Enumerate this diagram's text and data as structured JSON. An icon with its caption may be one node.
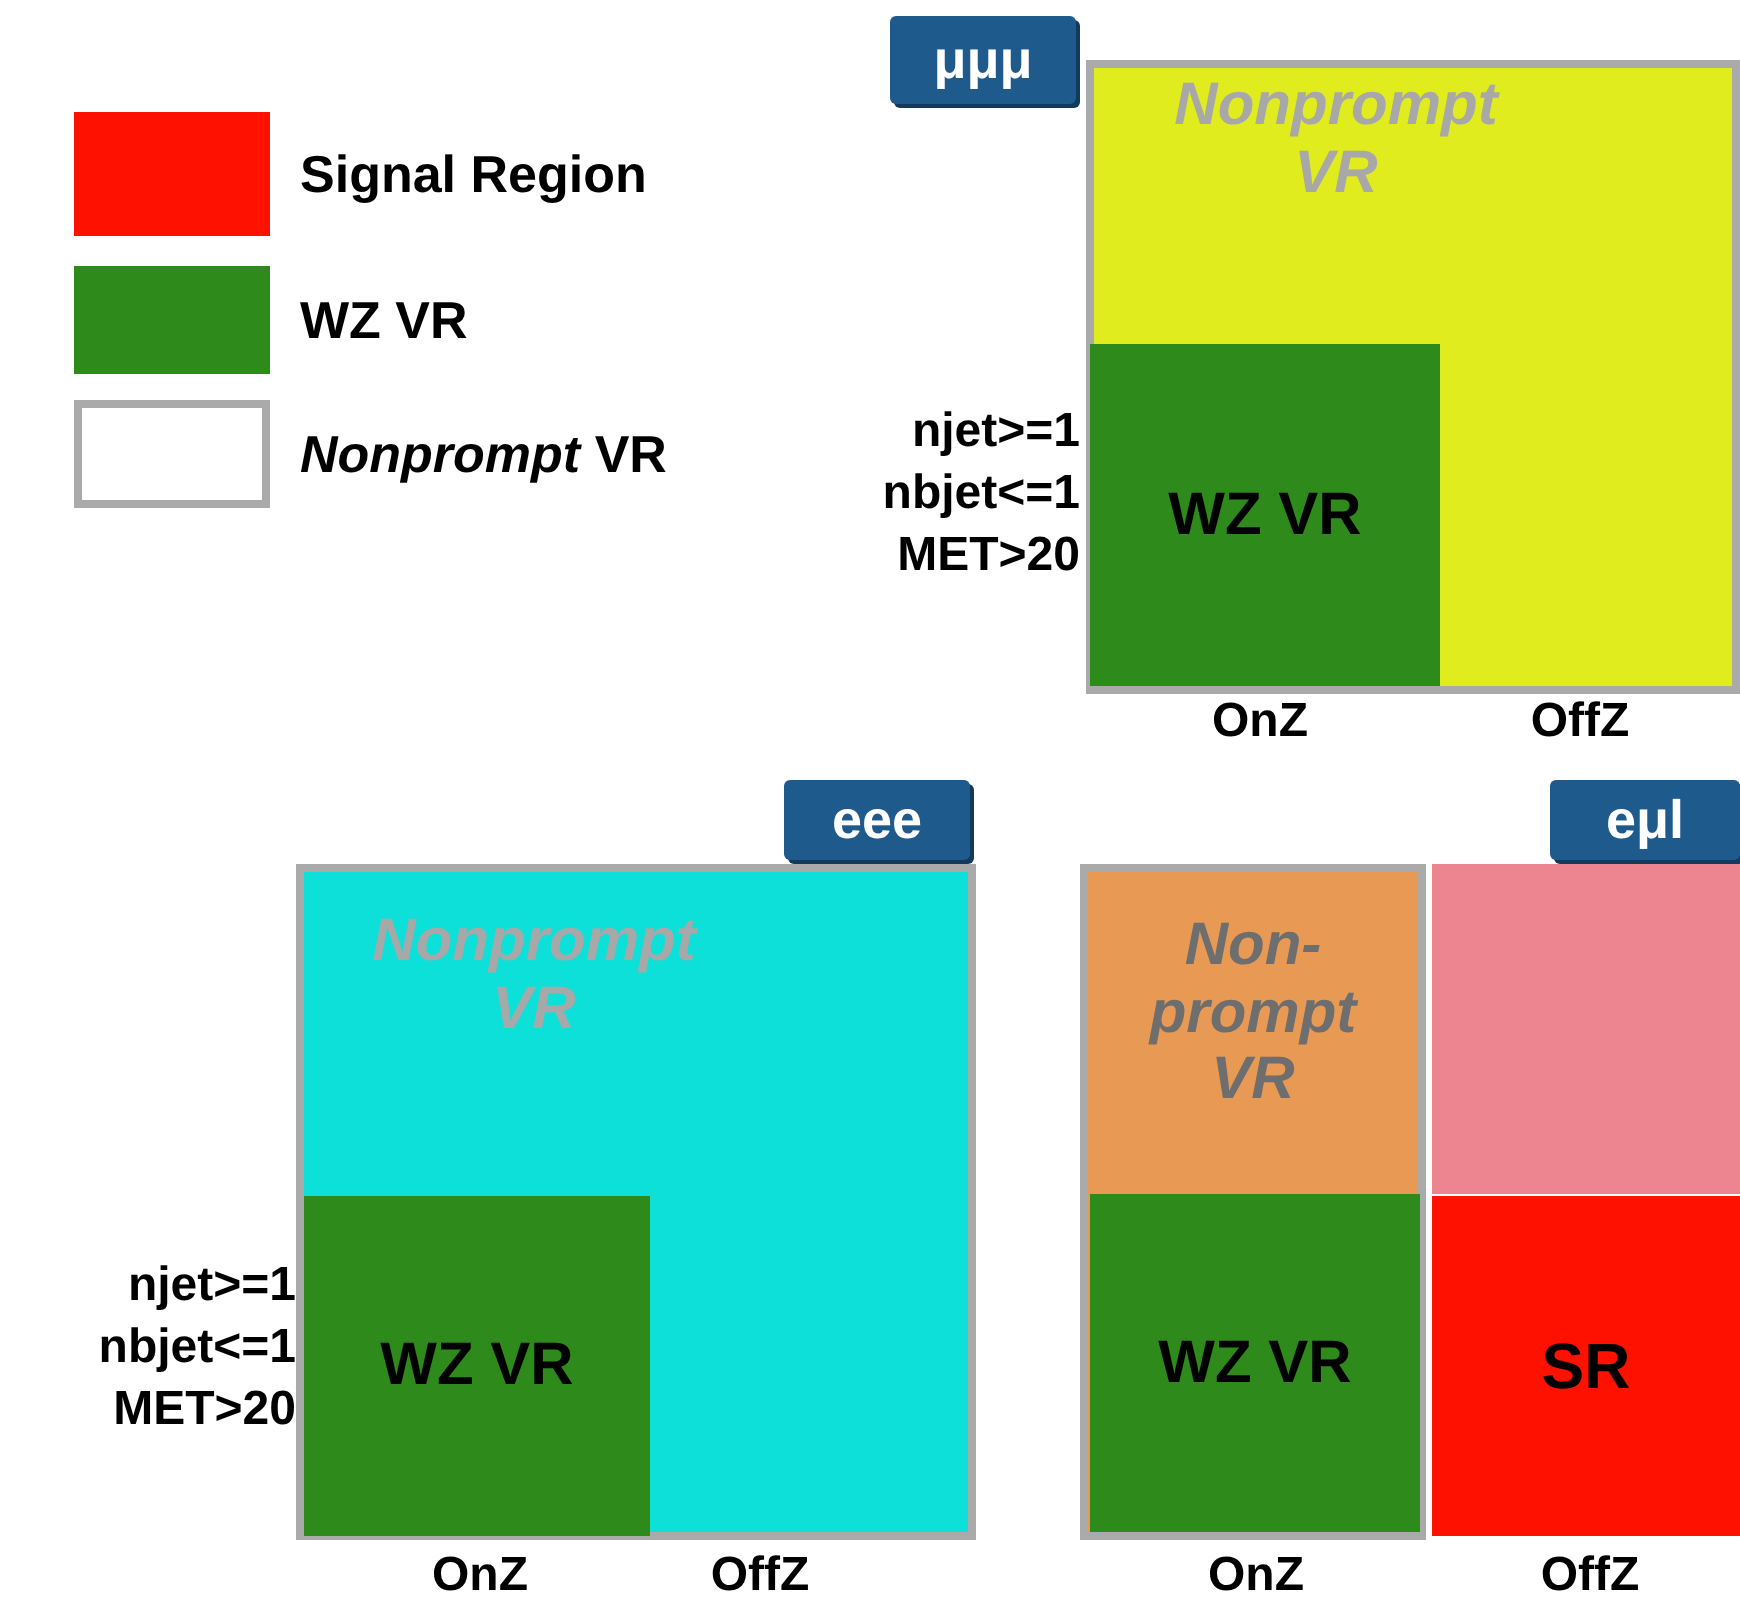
{
  "diagram": {
    "nodes": [
      {
        "text": [
          "μμμ"
        ]
      },
      {
        "text": [
          "Nonprompt VR"
        ]
      },
      {
        "text": [
          "WZ VR"
        ],
        "in": 1
      },
      {
        "text": [
          "eee"
        ]
      },
      {
        "text": [
          "Nonprompt VR"
        ]
      },
      {
        "text": [
          "WZ VR"
        ],
        "in": 4
      },
      {
        "text": [
          "eμl"
        ]
      },
      {
        "text": [
          "Non- prompt VR"
        ]
      },
      {
        "text": [
          "WZ VR"
        ],
        "in": 7
      },
      {
        "text": [],
        "shape": "box"
      },
      {
        "text": [
          "SR"
        ]
      }
    ],
    "labels": [
      "njet>=1 nbjet<=1 MET>20",
      "OnZ",
      "OffZ",
      "njet>=1 nbjet<=1 MET>20",
      "OnZ",
      "OffZ",
      "OnZ",
      "OffZ"
    ],
    "legend": [
      {
        "text": "Signal Region",
        "color": "#ff1100"
      },
      {
        "text": "WZ VR",
        "color": "#2e8a1a"
      },
      {
        "text": "*Nonprompt* VR"
      }
    ]
  }
}
